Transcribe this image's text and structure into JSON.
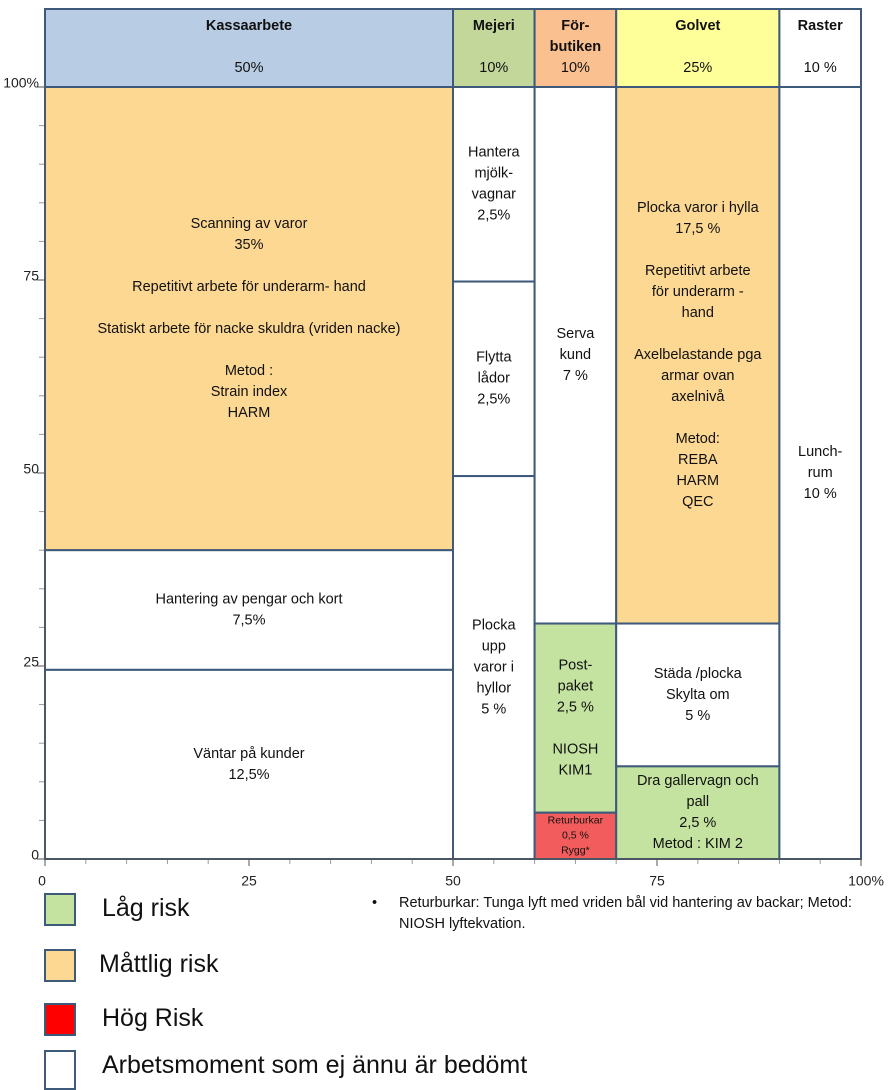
{
  "chart_data": {
    "type": "mosaic",
    "x_tick_labels": [
      "0",
      "25",
      "50",
      "75",
      "100%"
    ],
    "y_tick_labels": [
      "0",
      "25",
      "50",
      "75",
      "100%"
    ],
    "xlim": [
      0,
      100
    ],
    "ylim": [
      0,
      100
    ],
    "columns": [
      {
        "title": "Kassaarbete",
        "share": "50%",
        "x0": 0,
        "x1": 50,
        "header_color": "#b8cce4",
        "cells": [
          {
            "y0": 40,
            "y1": 100,
            "risk": "moderate",
            "lines": [
              "Scanning av varor",
              "35%",
              "",
              "Repetitivt arbete för underarm- hand",
              "",
              "Statiskt arbete för nacke skuldra (vriden nacke)",
              "",
              "Metod :",
              "Strain index",
              "HARM"
            ]
          },
          {
            "y0": 24.5,
            "y1": 40,
            "risk": "unassessed",
            "lines": [
              "Hantering av pengar och kort",
              "7,5%"
            ]
          },
          {
            "y0": 0,
            "y1": 24.5,
            "risk": "unassessed",
            "lines": [
              "Väntar på kunder",
              "12,5%"
            ]
          }
        ]
      },
      {
        "title": "Mejeri",
        "share": "10%",
        "x0": 50,
        "x1": 60,
        "header_color": "#c4d79b",
        "cells": [
          {
            "y0": 74.8,
            "y1": 100,
            "risk": "unassessed",
            "lines": [
              "Hantera",
              "mjölk-",
              "vagnar",
              "2,5%"
            ]
          },
          {
            "y0": 49.6,
            "y1": 74.8,
            "risk": "unassessed",
            "lines": [
              "Flytta",
              "lådor",
              "2,5%"
            ]
          },
          {
            "y0": 0,
            "y1": 49.6,
            "risk": "unassessed",
            "lines": [
              "Plocka",
              "upp",
              "varor i",
              "hyllor",
              "5 %"
            ]
          }
        ]
      },
      {
        "title_lines": [
          "För-",
          "butiken"
        ],
        "share": "10%",
        "x0": 60,
        "x1": 70,
        "header_color": "#fac090",
        "cells": [
          {
            "y0": 30.5,
            "y1": 100,
            "risk": "unassessed",
            "lines": [
              "Serva",
              "kund",
              "7 %"
            ]
          },
          {
            "y0": 6,
            "y1": 30.5,
            "risk": "low",
            "lines": [
              "Post-",
              "paket",
              "2,5 %",
              "",
              "NIOSH",
              "KIM1"
            ]
          },
          {
            "y0": 0,
            "y1": 6,
            "risk": "high",
            "small": true,
            "lines": [
              "Returburkar",
              "0,5 %",
              "Rygg*"
            ]
          }
        ]
      },
      {
        "title": "Golvet",
        "share": "25%",
        "x0": 70,
        "x1": 90,
        "header_color": "#ffff99",
        "cells": [
          {
            "y0": 30.5,
            "y1": 100,
            "risk": "moderate",
            "lines": [
              "Plocka varor i hylla",
              "17,5 %",
              "",
              "Repetitivt arbete",
              "för underarm -",
              "hand",
              "",
              "Axelbelastande pga",
              "armar ovan",
              "axelnivå",
              "",
              "Metod:",
              "REBA",
              "HARM",
              "QEC"
            ]
          },
          {
            "y0": 12,
            "y1": 30.5,
            "risk": "unassessed",
            "lines": [
              "Städa /plocka",
              "Skylta om",
              "5 %"
            ]
          },
          {
            "y0": 0,
            "y1": 12,
            "risk": "low",
            "lines": [
              "Dra gallervagn och",
              "pall",
              "2,5 %",
              "Metod : KIM 2"
            ]
          }
        ]
      },
      {
        "title": "Raster",
        "share": "10 %",
        "x0": 90,
        "x1": 100,
        "header_color": "#ffffff",
        "cells": [
          {
            "y0": 0,
            "y1": 100,
            "risk": "unassessed",
            "lines": [
              "Lunch-",
              "rum",
              "10 %"
            ]
          }
        ]
      }
    ],
    "risk_colors": {
      "low": "#c4e3a0",
      "moderate": "#fcd893",
      "high": "#f25c5c",
      "unassessed": "#ffffff"
    }
  },
  "legend": [
    {
      "label": "Låg risk",
      "color": "#c4e3a0"
    },
    {
      "label": "Måttlig risk",
      "color": "#fcd893"
    },
    {
      "label": "Hög Risk",
      "color": "#ff0000"
    },
    {
      "label": "Arbetsmoment som ej ännu är bedömt",
      "color": "#ffffff"
    }
  ],
  "footnote": {
    "bullet": "•",
    "text": "Returburkar: Tunga lyft med vriden bål vid hantering av backar; Metod: NIOSH lyftekvation."
  }
}
